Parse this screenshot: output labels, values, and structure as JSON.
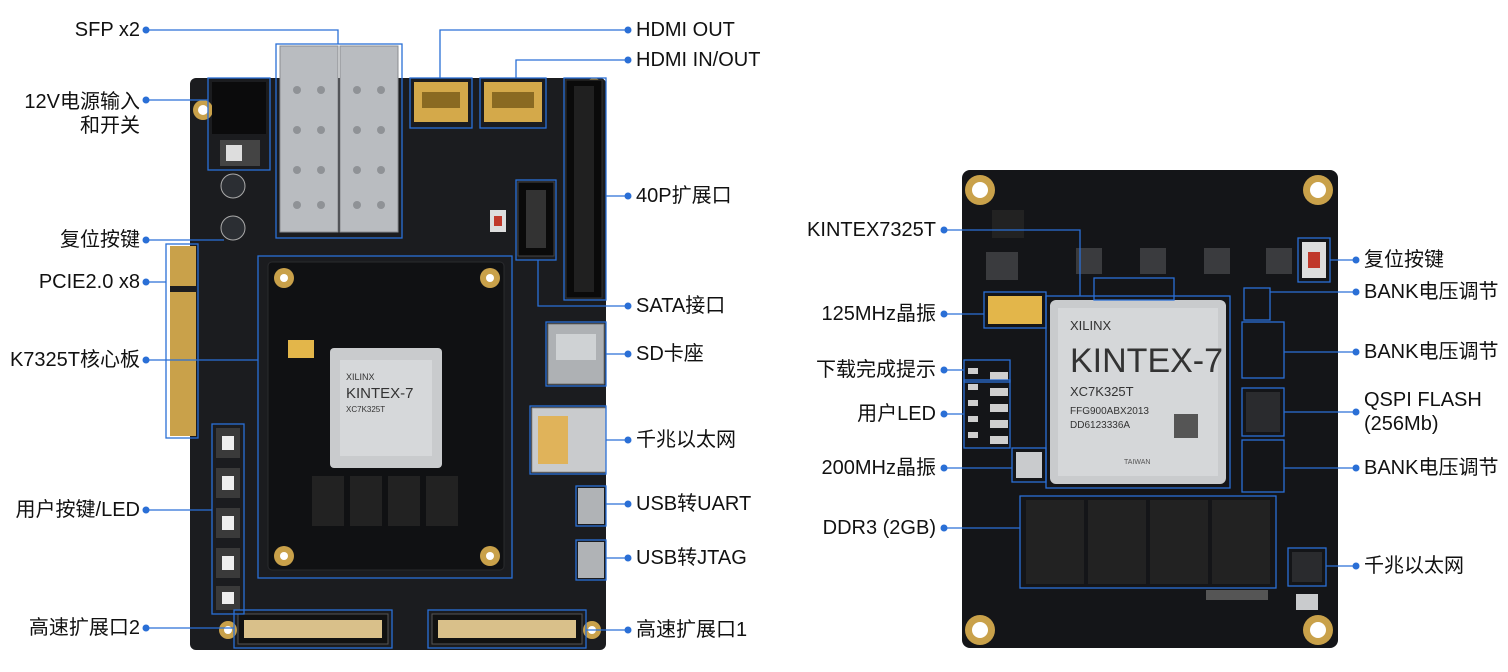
{
  "left_labels": {
    "sfp": "SFP x2",
    "power": "12V电源输入\n和开关",
    "reset": "复位按键",
    "pcie": "PCIE2.0 x8",
    "core": "K7325T核心板",
    "userkey": "用户按键/LED",
    "hs2": "高速扩展口2"
  },
  "right_labels_carrier": {
    "hdmi_out": "HDMI OUT",
    "hdmi_inout": "HDMI IN/OUT",
    "p40": "40P扩展口",
    "sata": "SATA接口",
    "sd": "SD卡座",
    "eth": "千兆以太网",
    "uart": "USB转UART",
    "jtag": "USB转JTAG",
    "hs1": "高速扩展口1"
  },
  "core_left_labels": {
    "kintex": "KINTEX7325T",
    "osc125": "125MHz晶振",
    "done": "下载完成提示",
    "led": "用户LED",
    "osc200": "200MHz晶振",
    "ddr3": "DDR3 (2GB)"
  },
  "core_right_labels": {
    "reset": "复位按键",
    "bank1": "BANK电压调节",
    "bank2": "BANK电压调节",
    "qspi": "QSPI FLASH\n(256Mb)",
    "bank3": "BANK电压调节",
    "eth": "千兆以太网"
  },
  "chip_text": {
    "brand": "XILINX",
    "family": "KINTEX-7",
    "part": "XC7K325T",
    "package": "FFG900ABX2013",
    "lot": "DD6123336A",
    "origin": "TAIWAN"
  },
  "colors": {
    "line": "#2a6fd6",
    "board": "#1b1c1f",
    "gold": "#c9a14a",
    "chip": "#c9cbcd"
  }
}
